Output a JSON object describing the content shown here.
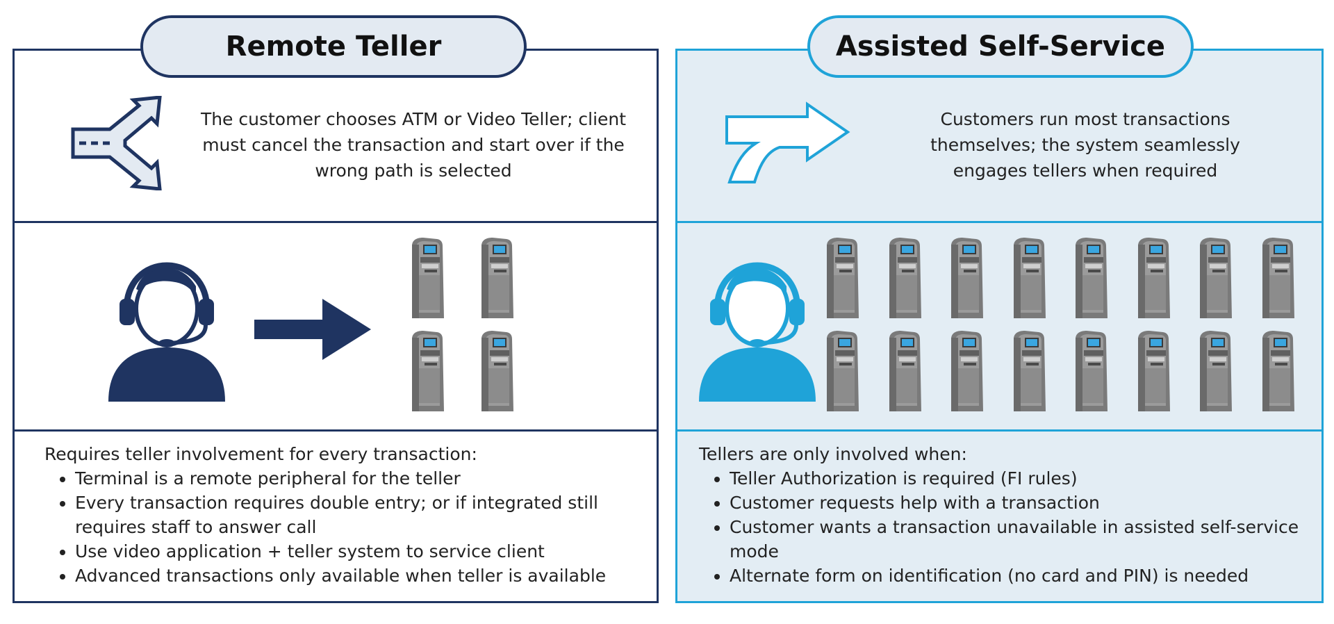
{
  "left": {
    "title": "Remote Teller",
    "description": "The customer chooses ATM or Video Teller; client must cancel the transaction and start over if the wrong path is selected",
    "intro": "Requires teller involvement for every transaction:",
    "bullets": [
      "Terminal is a remote peripheral for the teller",
      "Every transaction requires double entry; or if integrated still requires staff to answer call",
      "Use video application + teller system to service client",
      "Advanced transactions only available when teller is available"
    ],
    "atm_count": 4
  },
  "right": {
    "title": "Assisted Self-Service",
    "description": "Customers run most transactions themselves; the system seamlessly engages tellers when required",
    "intro": "Tellers are only involved when:",
    "bullets": [
      "Teller Authorization is required (FI rules)",
      "Customer requests help with a transaction",
      "Customer wants a transaction unavailable in assisted self-service mode",
      "Alternate form on identification (no card and PIN) is needed"
    ],
    "atm_count": 16
  },
  "colors": {
    "navy": "#1f3461",
    "cyan": "#1fa3d8",
    "panel_tint": "#e3edf4"
  },
  "icons": {
    "left_top": "fork-arrow-icon",
    "right_top": "curved-arrow-icon",
    "agent": "headset-agent-icon",
    "atm": "atm-kiosk-icon"
  }
}
